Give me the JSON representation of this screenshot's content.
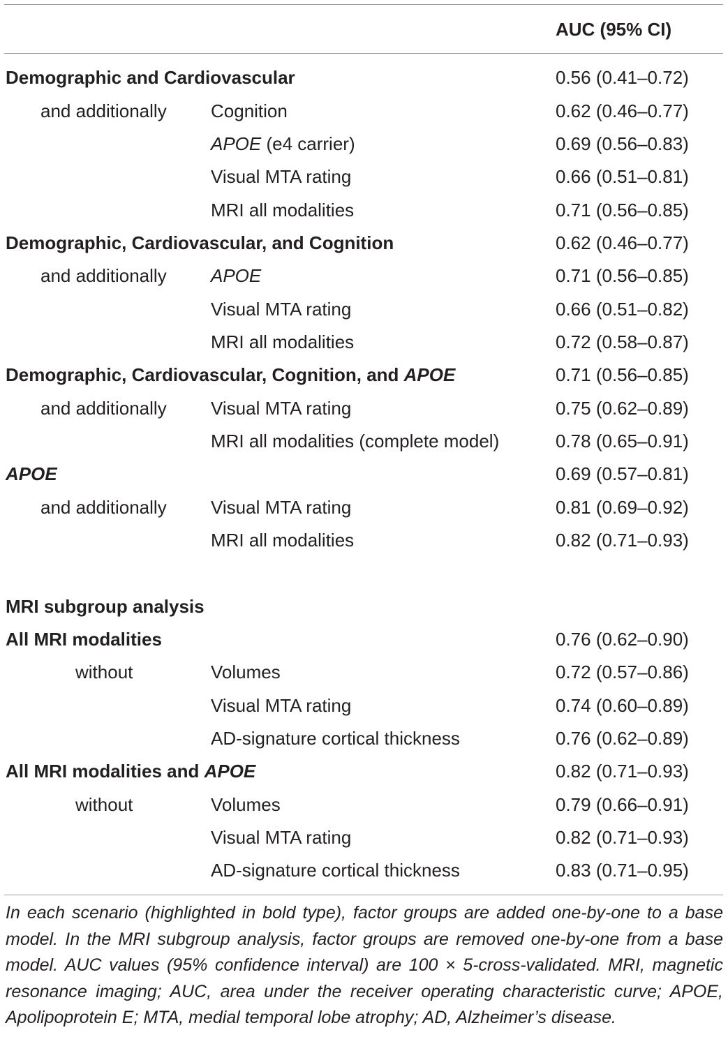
{
  "header": {
    "auc_label": "AUC (95% CI)"
  },
  "rows": [
    {
      "c1": "Demographic and Cardiovascular",
      "c2": "",
      "c3": "",
      "auc": "0.56 (0.41–0.72)"
    },
    {
      "c1": "",
      "c2": "and additionally",
      "c3": "Cognition",
      "auc": "0.62 (0.46–0.77)"
    },
    {
      "c1": "",
      "c2": "",
      "c3_italic": "APOE",
      "c3": " (e4 carrier)",
      "auc": "0.69 (0.56–0.83)"
    },
    {
      "c1": "",
      "c2": "",
      "c3": "Visual MTA rating",
      "auc": "0.66 (0.51–0.81)"
    },
    {
      "c1": "",
      "c2": "",
      "c3": "MRI all modalities",
      "auc": "0.71 (0.56–0.85)"
    },
    {
      "c1": "Demographic, Cardiovascular, and Cognition",
      "c2": "",
      "c3": "",
      "auc": "0.62 (0.46–0.77)"
    },
    {
      "c1": "",
      "c2": "and additionally",
      "c3_italic": "APOE",
      "c3": "",
      "auc": "0.71 (0.56–0.85)"
    },
    {
      "c1": "",
      "c2": "",
      "c3": "Visual MTA rating",
      "auc": "0.66 (0.51–0.82)"
    },
    {
      "c1": "",
      "c2": "",
      "c3": "MRI all modalities",
      "auc": "0.72 (0.58–0.87)"
    },
    {
      "c1": "Demographic, Cardiovascular, Cognition, and ",
      "c1_italic": "APOE",
      "c2": "",
      "c3": "",
      "auc": "0.71 (0.56–0.85)"
    },
    {
      "c1": "",
      "c2": "and additionally",
      "c3": "Visual MTA rating",
      "auc": "0.75 (0.62–0.89)"
    },
    {
      "c1": "",
      "c2": "",
      "c3": "MRI all modalities (complete model)",
      "auc": "0.78 (0.65–0.91)"
    },
    {
      "c1": "",
      "c1_italic": "APOE",
      "c2": "",
      "c3": "",
      "auc": "0.69 (0.57–0.81)"
    },
    {
      "c1": "",
      "c2": "and additionally",
      "c3": "Visual MTA rating",
      "auc": "0.81 (0.69–0.92)"
    },
    {
      "c1": "",
      "c2": "",
      "c3": "MRI all modalities",
      "auc": "0.82 (0.71–0.93)"
    },
    {
      "c1": "MRI subgroup analysis",
      "c2": "",
      "c3": "",
      "auc": ""
    },
    {
      "c1": "All MRI modalities",
      "c2": "",
      "c3": "",
      "auc": "0.76 (0.62–0.90)"
    },
    {
      "c1": "",
      "c2": "without",
      "c3": "Volumes",
      "auc": "0.72 (0.57–0.86)"
    },
    {
      "c1": "",
      "c2": "",
      "c3": "Visual MTA rating",
      "auc": "0.74 (0.60–0.89)"
    },
    {
      "c1": "",
      "c2": "",
      "c3": "AD-signature cortical thickness",
      "auc": "0.76 (0.62–0.89)"
    },
    {
      "c1": "All MRI modalities and ",
      "c1_italic": "APOE",
      "c2": "",
      "c3": "",
      "auc": "0.82 (0.71–0.93)"
    },
    {
      "c1": "",
      "c2": "without",
      "c3": "Volumes",
      "auc": "0.79 (0.66–0.91)"
    },
    {
      "c1": "",
      "c2": "",
      "c3": "Visual MTA rating",
      "auc": "0.82 (0.71–0.93)"
    },
    {
      "c1": "",
      "c2": "",
      "c3": "AD-signature cortical thickness",
      "auc": "0.83 (0.71–0.95)"
    }
  ],
  "footnote": "In each scenario (highlighted in bold type), factor groups are added one-by-one to a base model. In the MRI subgroup analysis, factor groups are removed one-by-one from a base model. AUC values (95% confidence interval) are 100 × 5-cross-validated. MRI, magnetic resonance imaging; AUC, area under the receiver operating characteristic curve; APOE, Apolipoprotein E; MTA, medial temporal lobe atrophy; AD, Alzheimer’s disease."
}
